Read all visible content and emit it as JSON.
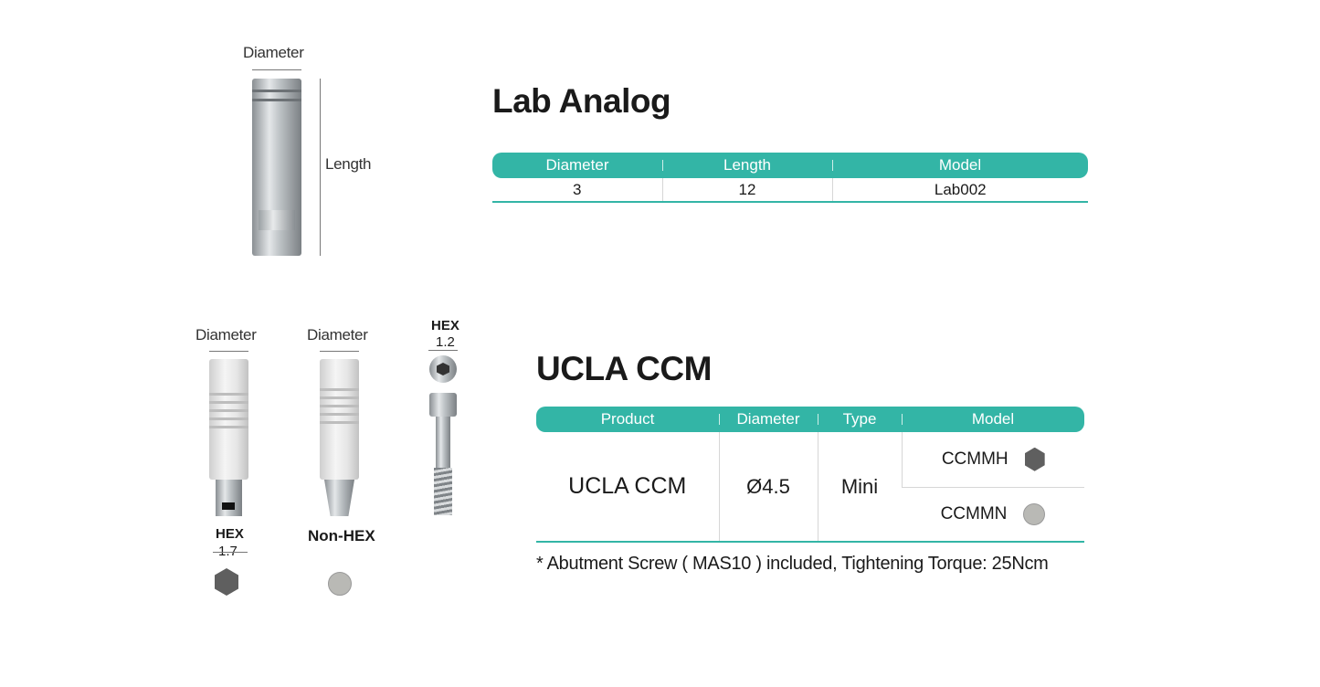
{
  "lab_analog": {
    "title": "Lab Analog",
    "figure": {
      "diameter_label": "Diameter",
      "length_label": "Length"
    },
    "table": {
      "headers": [
        "Diameter",
        "Length",
        "Model"
      ],
      "rows": [
        [
          "3",
          "12",
          "Lab002"
        ]
      ]
    }
  },
  "ucla_ccm": {
    "title": "UCLA CCM",
    "figure": {
      "diameter_label_1": "Diameter",
      "diameter_label_2": "Diameter",
      "hex_label": "HEX",
      "hex_size": "1.7",
      "nonhex_label": "Non-HEX",
      "screw_hex_label": "HEX",
      "screw_hex_size": "1.2"
    },
    "table": {
      "headers": [
        "Product",
        "Diameter",
        "Type",
        "Model"
      ],
      "product": "UCLA CCM",
      "diameter": "Ø4.5",
      "type": "Mini",
      "models": [
        {
          "name": "CCMMH",
          "icon": "hexagon-icon"
        },
        {
          "name": "CCMMN",
          "icon": "circle-icon"
        }
      ]
    },
    "note": "* Abutment Screw ( MAS10 ) included, Tightening Torque: 25Ncm"
  },
  "colors": {
    "accent": "#33b5a6"
  }
}
